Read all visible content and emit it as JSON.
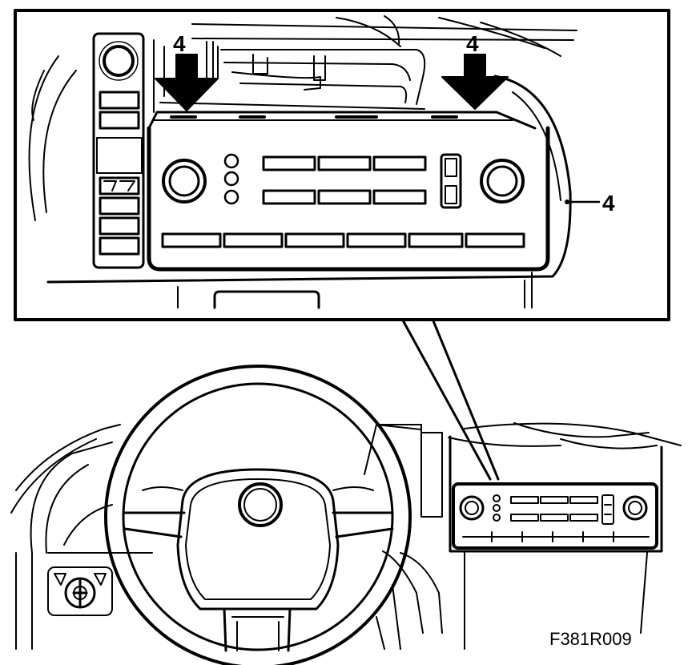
{
  "callouts": {
    "arrow_left": "4",
    "arrow_right": "4",
    "panel_edge": "4"
  },
  "figure_code": "F381R009",
  "colors": {
    "line": "#000000",
    "background": "#ffffff"
  }
}
